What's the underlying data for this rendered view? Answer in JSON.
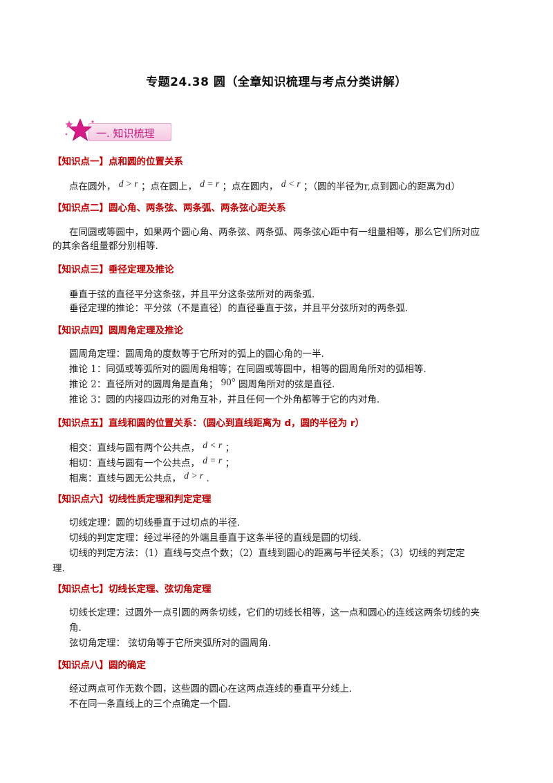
{
  "title": "专题24.38  圆（全章知识梳理与考点分类讲解）",
  "banner": {
    "label": "一. 知识梳理"
  },
  "sections": [
    {
      "heading": "【知识点一】点和圆的位置关系",
      "lines": [
        {
          "parts": [
            "点在圆外，",
            "d > r",
            "；点在圆上，",
            "d = r",
            "；点在圆内，",
            "d < r",
            "；（圆的半径为r,点到圆心的距离为d）"
          ]
        }
      ]
    },
    {
      "heading": "【知识点二】圆心角、两条弦、两条弧、两条弦心距关系",
      "lines": [
        {
          "text": "在同圆或等圆中，如果两个圆心角、两条弦、两条弧、两条弦心距中有一组量相等，那么它们所对应"
        },
        {
          "text": "的其余各组量都分别相等."
        }
      ]
    },
    {
      "heading": "【知识点三】垂径定理及推论",
      "lines": [
        {
          "text": "垂直于弦的直径平分这条弦，并且平分这条弦所对的两条弧."
        },
        {
          "text": "垂径定理的推论：平分弦（不是直径）的直径垂直于弦，并且平分弦所对的两条弧."
        }
      ]
    },
    {
      "heading": "【知识点四】圆周角定理及推论",
      "lines": [
        {
          "text": "圆周角定理：圆周角的度数等于它所对的弧上的圆心角的一半."
        },
        {
          "text": "推论 1：同弧或等弧所对的圆周角相等；在同圆或等圆中，相等的圆周角所对的弧相等."
        },
        {
          "parts": [
            "推论 2：直径所对的圆周角是直角；",
            "90°",
            "圆周角所对的弦是直径."
          ]
        },
        {
          "text": "推论 3：圆的内接四边形的对角互补，并且任何一个外角都等于它的内对角."
        }
      ]
    },
    {
      "heading": "【知识点五】直线和圆的位置关系：（圆心到直线距离为 d，圆的半径为 r）",
      "lines": [
        {
          "parts": [
            "相交：直线与圆有两个公共点，",
            "d < r",
            "；"
          ]
        },
        {
          "parts": [
            "相切：直线与圆有一个公共点，",
            "d = r",
            "；"
          ]
        },
        {
          "parts": [
            "相离：直线与圆无公共点，",
            "d > r",
            "."
          ]
        }
      ]
    },
    {
      "heading": "【知识点六】切线性质定理和判定定理",
      "lines": [
        {
          "text": "切线定理：圆的切线垂直于过切点的半径."
        },
        {
          "text": "切线的判定定理：经过半径的外端且垂直于这条半径的直线是圆的切线."
        },
        {
          "text": "切线的判定方法：（1）直线与交点个数；（2）直线到圆心的距离与半径关系；（3）切线的判定定"
        },
        {
          "text": "理."
        }
      ]
    },
    {
      "heading": "【知识点七】切线长定理、弦切角定理",
      "lines": [
        {
          "text": "切线长定理：过圆外一点引圆的两条切线，它们的切线长相等，这一点和圆心的连线这两条切线的夹"
        },
        {
          "text": "角."
        },
        {
          "text": "弦切角定理：  弦切角等于它所夹弧所对的圆周角."
        }
      ]
    },
    {
      "heading": "【知识点八】圆的确定",
      "lines": [
        {
          "text": "经过两点可作无数个圆，这些圆的圆心在这两点连线的垂直平分线上."
        },
        {
          "text": "不在同一条直线上的三个点确定一个圆."
        }
      ]
    }
  ]
}
